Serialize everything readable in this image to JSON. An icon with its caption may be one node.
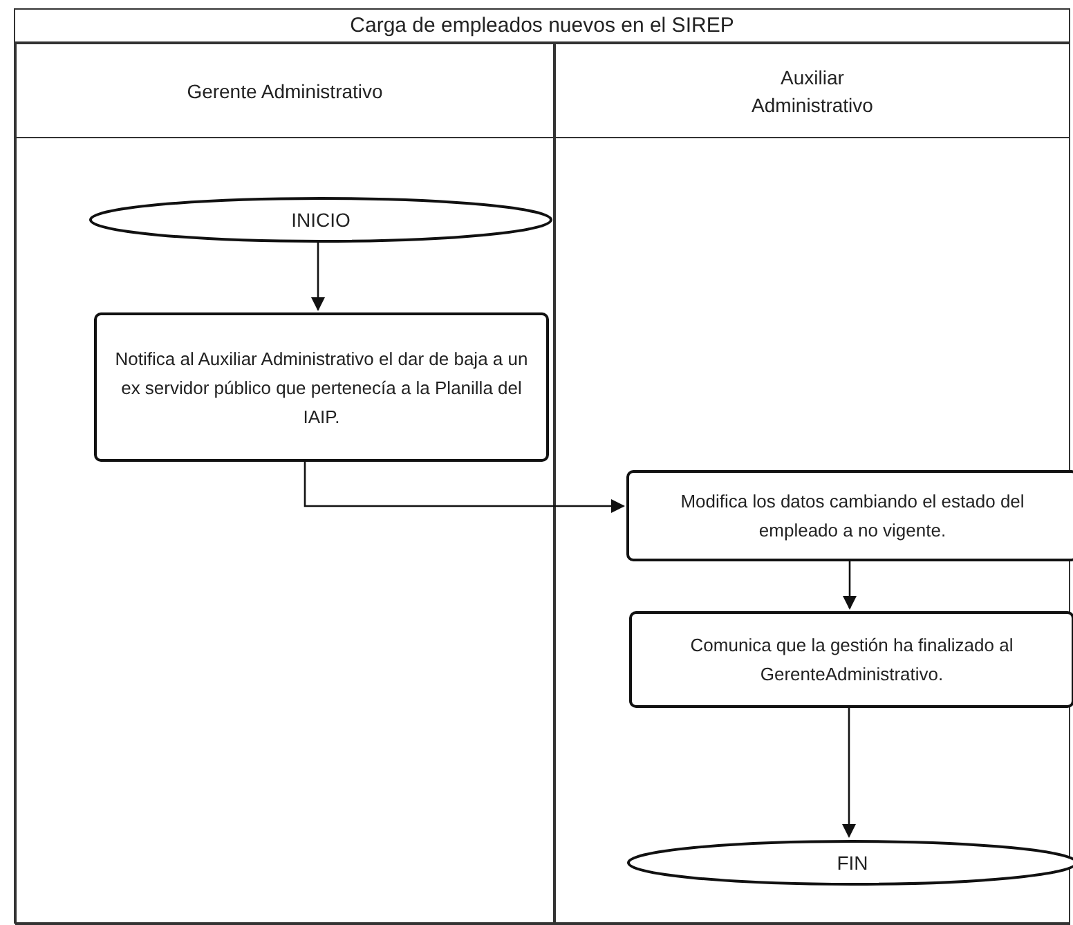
{
  "diagram": {
    "nodes": [
      {
        "text": [
          "Carga de empleados nuevos en el SIREP"
        ]
      },
      {
        "text": [
          "Gerente Administrativo"
        ],
        "in": 0
      },
      {
        "text": [
          "Auxiliar Administrativo"
        ],
        "in": 0
      },
      {
        "text": [
          "INICIO"
        ],
        "in": 1
      },
      {
        "text": [
          "Notifica al Auxiliar Administrativo el dar de baja a un ex servidor público que pertenecía a la Planilla del IAIP."
        ],
        "in": 1
      },
      {
        "text": [
          "Modifica los datos cambiando el estado del empleado a no vigente."
        ],
        "in": 2
      },
      {
        "text": [
          "Comunica que la gestión ha finalizado al GerenteAdministrativo."
        ],
        "in": 2
      },
      {
        "text": [
          "FIN"
        ],
        "in": 2
      }
    ],
    "edges": [
      {
        "from": 3,
        "to": 4,
        "arrow": "to"
      },
      {
        "from": 4,
        "to": 5,
        "arrow": "to"
      },
      {
        "from": 5,
        "to": 6,
        "arrow": "to"
      },
      {
        "from": 6,
        "to": 7,
        "arrow": "to"
      }
    ]
  }
}
